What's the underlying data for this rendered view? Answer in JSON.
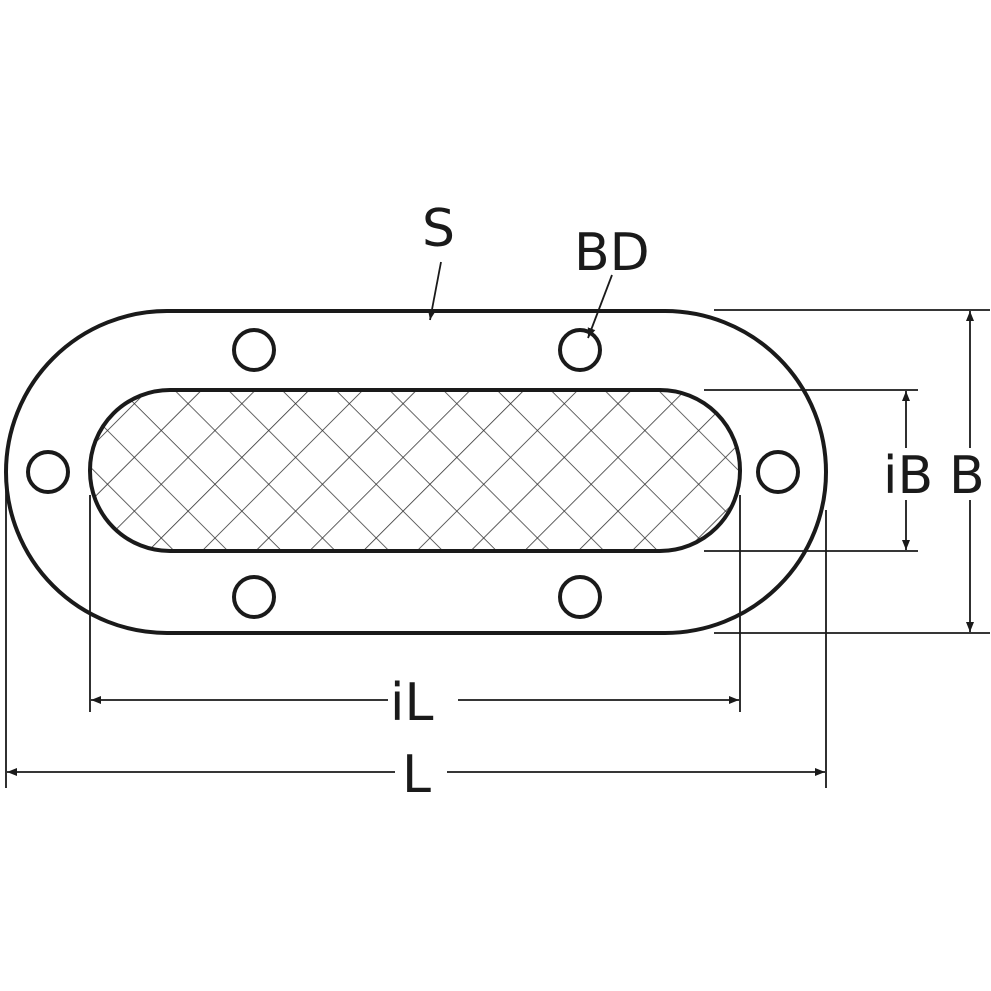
{
  "labels": {
    "s": "S",
    "bd": "BD",
    "ib": "iB",
    "b": "B",
    "il": "iL",
    "l": "L"
  },
  "colors": {
    "line": "#1a1a1a",
    "background": "#ffffff"
  }
}
